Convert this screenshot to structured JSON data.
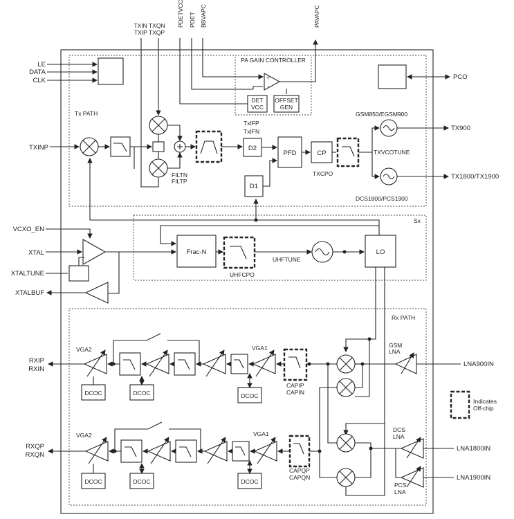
{
  "control_inputs": {
    "le": "LE",
    "data": "DATA",
    "clk": "CLK"
  },
  "tx": {
    "path_label": "Tx PATH",
    "txinp": "TXINP",
    "txin_txqn": "TXIN TXQN",
    "txip_txqp": "TXIP TXQP",
    "filtn": "FILTN",
    "filtp": "FILTP",
    "txifp": "TxIFP",
    "txifn": "TxIFN",
    "d2": "D2",
    "d1": "D1",
    "pfd": "PFD",
    "cp": "CP",
    "txcpo": "TXCPO",
    "vco_high_band": "GSM850/EGSM900",
    "vco_low_band": "DCS1800/PCS1900",
    "txvcotune": "TXVCOTUNE",
    "out_900": "TX900",
    "out_1800": "TX1800/TX1900"
  },
  "pa": {
    "pdetvcc": "PDETVCC",
    "pdet": "PDET",
    "bbvapc": "BBVAPC",
    "pavapc": "PAVAPC",
    "controller_label": "PA GAIN CONTROLLER",
    "det_vcc_l1": "DET",
    "det_vcc_l2": "VCC",
    "offset_gen_l1": "OFFSET",
    "offset_gen_l2": "GEN",
    "plus": "+",
    "minus": "-",
    "pco": "PCO"
  },
  "sx": {
    "label": "Sx",
    "vcxo_en": "VCXO_EN",
    "xtal": "XTAL",
    "xtaltune": "XTALTUNE",
    "xtalbuf": "XTALBUF",
    "fracn": "Frac-N",
    "uhfcpo": "UHFCPO",
    "uhftune": "UHFTUNE",
    "lo": "LO"
  },
  "rx": {
    "path_label": "Rx PATH",
    "vga2": "VGA2",
    "vga1": "VGA1",
    "dcoc": "DCOC",
    "rxip": "RXIP",
    "rxin": "RXIN",
    "rxqp": "RXQP",
    "rxqn": "RXQN",
    "capip": "CAPIP",
    "capin": "CAPIN",
    "capqp": "CAPQP",
    "capqn": "CAPQN",
    "gsm_lna_l1": "GSM",
    "gsm_lna_l2": "LNA",
    "dcs_lna_l1": "DCS",
    "dcs_lna_l2": "LNA",
    "pcs_lna_l1": "PCS",
    "pcs_lna_l2": "LNA",
    "lna900in": "LNA900IN",
    "lna1800in": "LNA1800IN",
    "lna1900in": "LNA1900IN"
  },
  "legend": {
    "line1": "Indicates",
    "line2": "Off-chip"
  }
}
